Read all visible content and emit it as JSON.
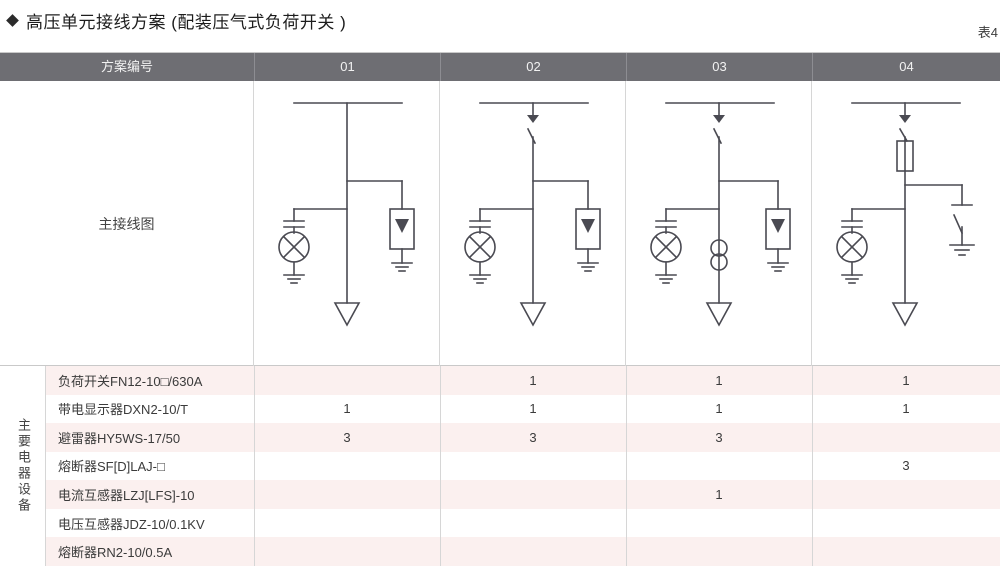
{
  "header": {
    "title": "高压单元接线方案 (配装压气式负荷开关 )",
    "bullet_icon": "diamond-bullet-icon",
    "table_number": "表4"
  },
  "table": {
    "row_header_label": "方案编号",
    "scheme_columns": [
      "01",
      "02",
      "03",
      "04"
    ],
    "diagram_row_label": "主接线图",
    "equipment_group_label": "主要电器设备",
    "equipment": [
      {
        "name": "负荷开关FN12-10□/630A",
        "values": [
          "",
          "1",
          "1",
          "1"
        ]
      },
      {
        "name": "带电显示器DXN2-10/T",
        "values": [
          "1",
          "1",
          "1",
          "1"
        ]
      },
      {
        "name": "避雷器HY5WS-17/50",
        "values": [
          "3",
          "3",
          "3",
          ""
        ]
      },
      {
        "name": "熔断器SF[D]LAJ-□",
        "values": [
          "",
          "",
          "",
          "3"
        ]
      },
      {
        "name": "电流互感器LZJ[LFS]-10",
        "values": [
          "",
          "",
          "1",
          ""
        ]
      },
      {
        "name": "电压互感器JDZ-10/0.1KV",
        "values": [
          "",
          "",
          "",
          ""
        ]
      },
      {
        "name": "熔断器RN2-10/0.5A",
        "values": [
          "",
          "",
          "",
          ""
        ]
      }
    ]
  },
  "diagrams": [
    {
      "scheme": "01",
      "components": [
        "busbar",
        "live-display-indicator",
        "surge-arrester",
        "cable-outgoing-arrow"
      ]
    },
    {
      "scheme": "02",
      "components": [
        "busbar",
        "load-break-switch",
        "live-display-indicator",
        "surge-arrester",
        "cable-outgoing-arrow"
      ]
    },
    {
      "scheme": "03",
      "components": [
        "busbar",
        "load-break-switch",
        "live-display-indicator",
        "current-transformer",
        "surge-arrester",
        "cable-outgoing-arrow"
      ]
    },
    {
      "scheme": "04",
      "components": [
        "busbar",
        "load-break-switch",
        "fuse",
        "live-display-indicator",
        "earthing-switch",
        "cable-outgoing-arrow"
      ]
    }
  ],
  "colors": {
    "header_band": "#6e6e73",
    "row_tint": "#fbf0ef",
    "grid_line": "#d6d6d6",
    "schematic_line": "#4a4a52"
  }
}
